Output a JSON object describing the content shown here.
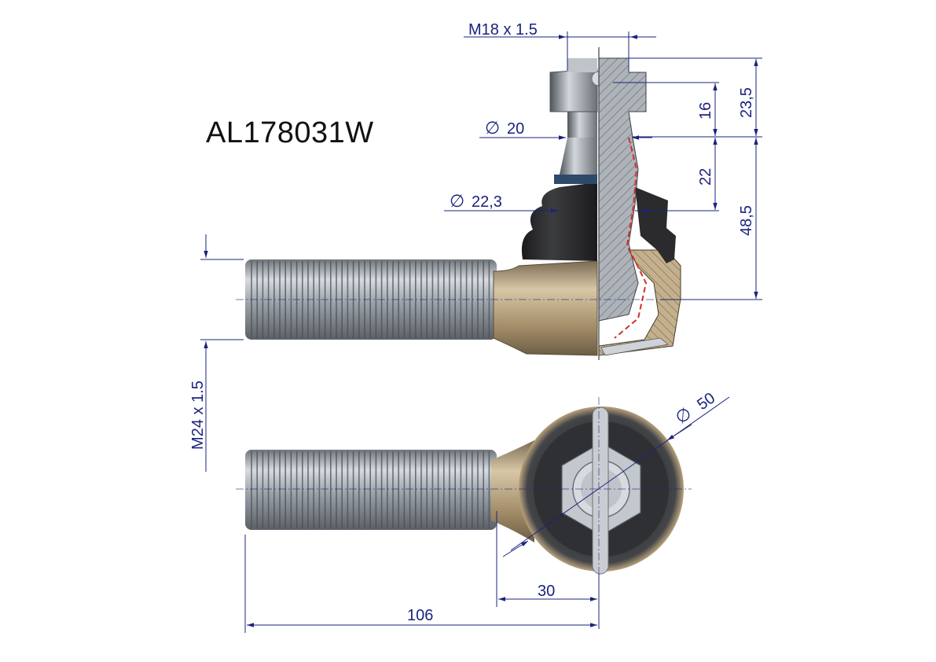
{
  "part_number": "AL178031W",
  "dimensions": {
    "thread_stud": "M18 x 1.5",
    "thread_shank": "M24 x 1.5",
    "dia_neck": "20",
    "dia_cone": "22,3",
    "dia_head": "50",
    "nut_height": "16",
    "stud_top": "23,5",
    "cone_length": "22",
    "stud_to_axis": "48,5",
    "offset_30": "30",
    "overall_106": "106"
  },
  "colors": {
    "dimension_line": "#1a237e",
    "metal": "#a7adb5",
    "brass": "#b8a27c",
    "rubber": "#2a2a2c",
    "hatch": "#8a8f96",
    "grease_line": "#d32f2f"
  }
}
